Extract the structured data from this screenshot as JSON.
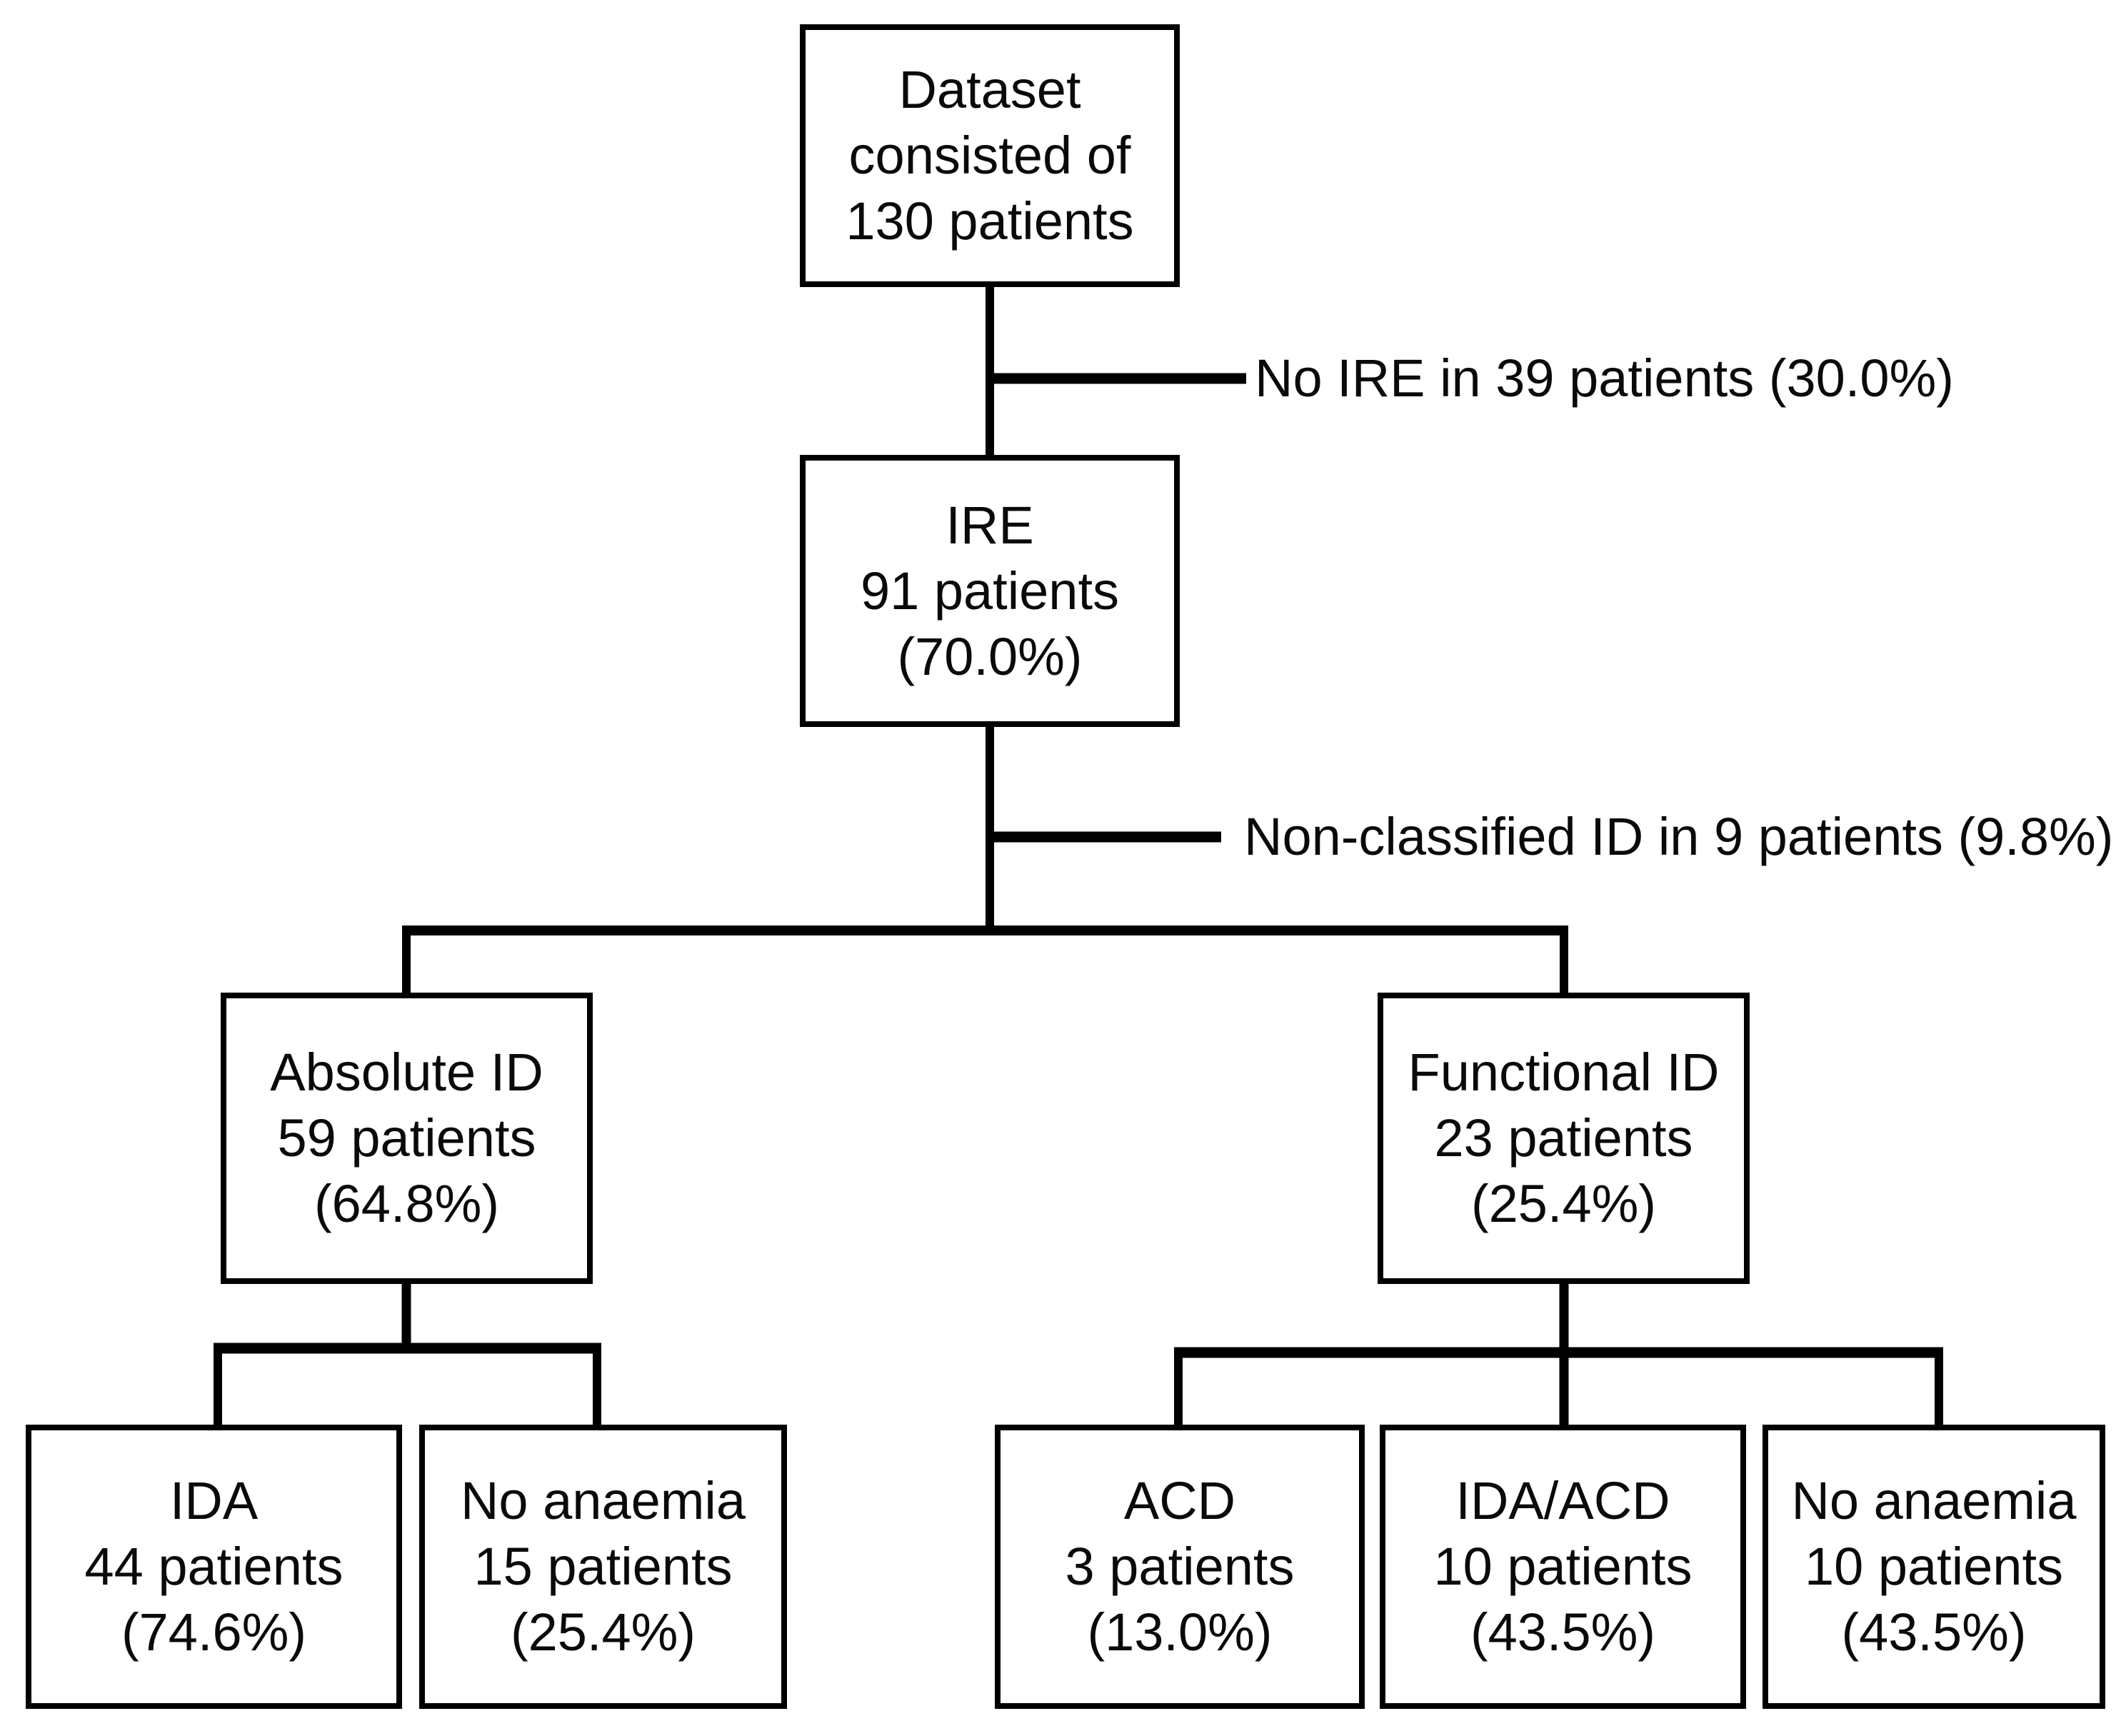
{
  "diagram": {
    "background_color": "#ffffff",
    "line_color": "#000000",
    "nodes": {
      "dataset": {
        "lines": [
          "Dataset",
          "consisted of",
          "130 patients"
        ]
      },
      "ire": {
        "lines": [
          "IRE",
          "91 patients",
          "(70.0%)"
        ]
      },
      "absolute": {
        "lines": [
          "Absolute ID",
          "59 patients",
          "(64.8%)"
        ]
      },
      "functional": {
        "lines": [
          "Functional ID",
          "23 patients",
          "(25.4%)"
        ]
      },
      "ida": {
        "lines": [
          "IDA",
          "44 patients",
          "(74.6%)"
        ]
      },
      "no_anaemia_left": {
        "lines": [
          "No anaemia",
          "15 patients",
          "(25.4%)"
        ]
      },
      "acd": {
        "lines": [
          "ACD",
          "3 patients",
          "(13.0%)"
        ]
      },
      "ida_acd": {
        "lines": [
          "IDA/ACD",
          "10 patients",
          "(43.5%)"
        ]
      },
      "no_anaemia_right": {
        "lines": [
          "No anaemia",
          "10 patients",
          "(43.5%)"
        ]
      }
    },
    "branch_labels": {
      "no_ire": "No IRE in 39 patients (30.0%)",
      "non_classified": "Non-classified ID in 9 patients (9.8%)"
    }
  }
}
